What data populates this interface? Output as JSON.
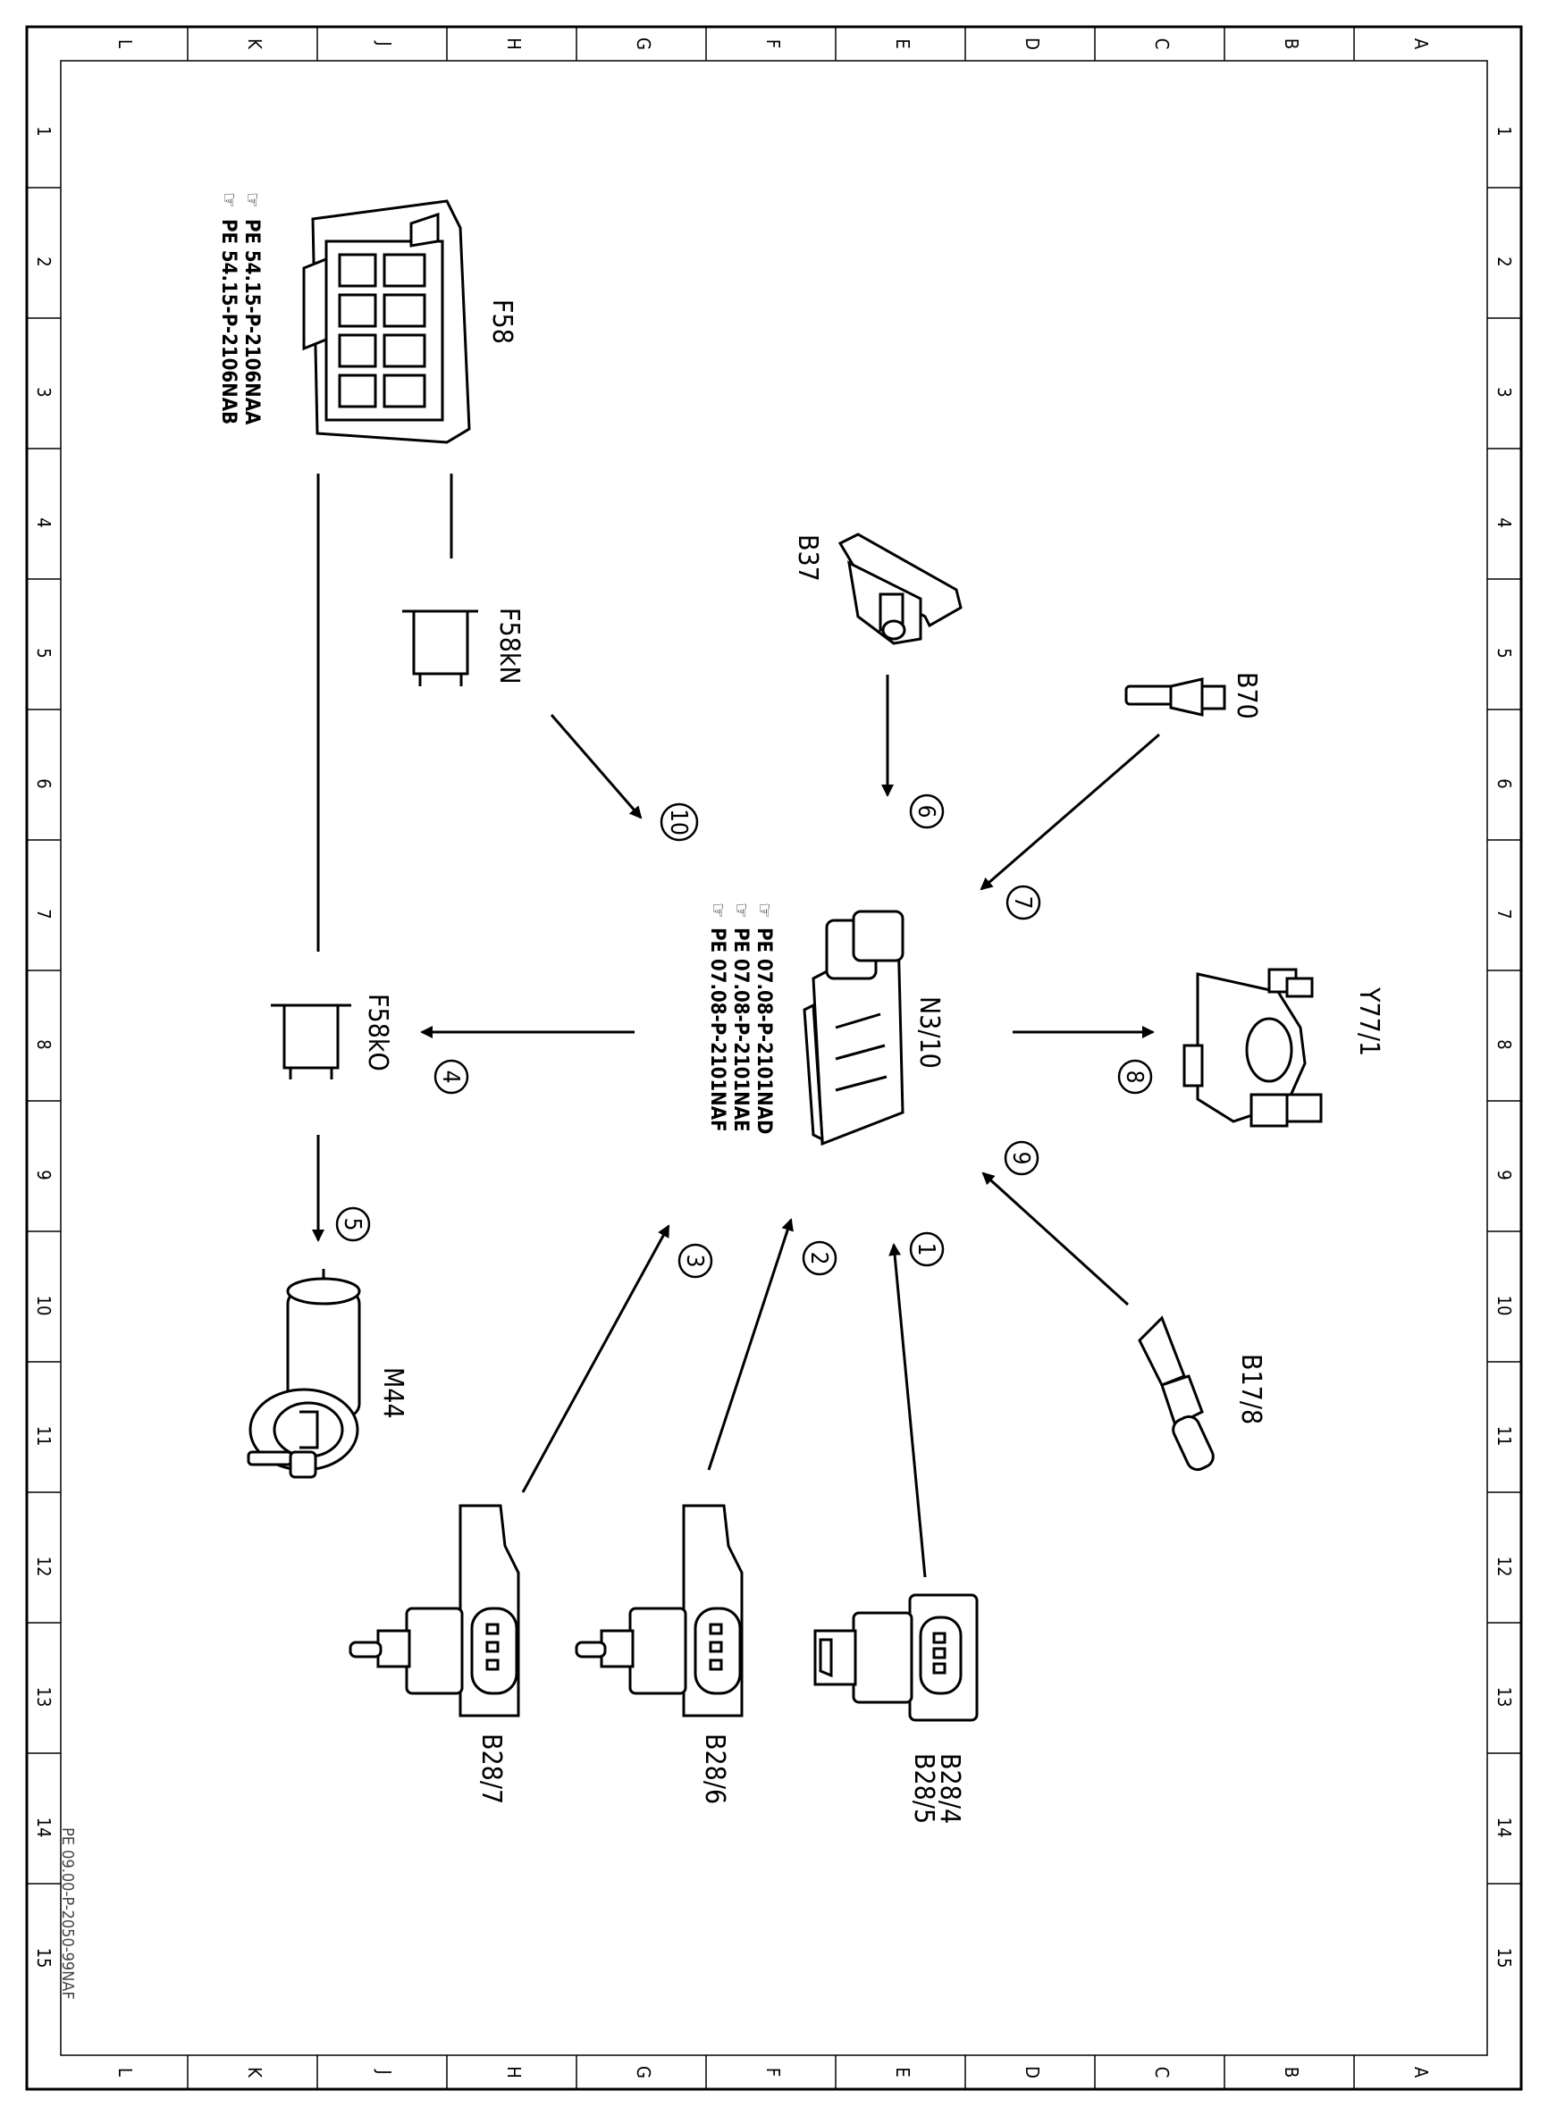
{
  "frame": {
    "column_letters": [
      "L",
      "K",
      "J",
      "H",
      "G",
      "F",
      "E",
      "D",
      "C",
      "B",
      "A"
    ],
    "row_numbers": [
      "1",
      "2",
      "3",
      "4",
      "5",
      "6",
      "7",
      "8",
      "9",
      "10",
      "11",
      "12",
      "13",
      "14",
      "15"
    ]
  },
  "document_id": "PE 09.00-P-2050-99NAF",
  "components": {
    "F58": {
      "label": "F58",
      "refs": [
        "PE 54.15-P-2106NAA",
        "PE 54.15-P-2106NAB"
      ]
    },
    "F58kN": {
      "label": "F58kN"
    },
    "F58kO": {
      "label": "F58kO"
    },
    "M44": {
      "label": "M44"
    },
    "B37": {
      "label": "B37"
    },
    "B70": {
      "label": "B70"
    },
    "N3_10": {
      "label": "N3/10",
      "refs": [
        "PE 07.08-P-2101NAD",
        "PE 07.08-P-2101NAE",
        "PE 07.08-P-2101NAF"
      ]
    },
    "Y77_1": {
      "label": "Y77/1"
    },
    "B17_8": {
      "label": "B17/8"
    },
    "B28_4_5": {
      "label_1": "B28/4",
      "label_2": "B28/5"
    },
    "B28_6": {
      "label": "B28/6"
    },
    "B28_7": {
      "label": "B28/7"
    }
  },
  "signal_numbers": [
    "1",
    "2",
    "3",
    "4",
    "5",
    "6",
    "7",
    "8",
    "9",
    "10"
  ]
}
